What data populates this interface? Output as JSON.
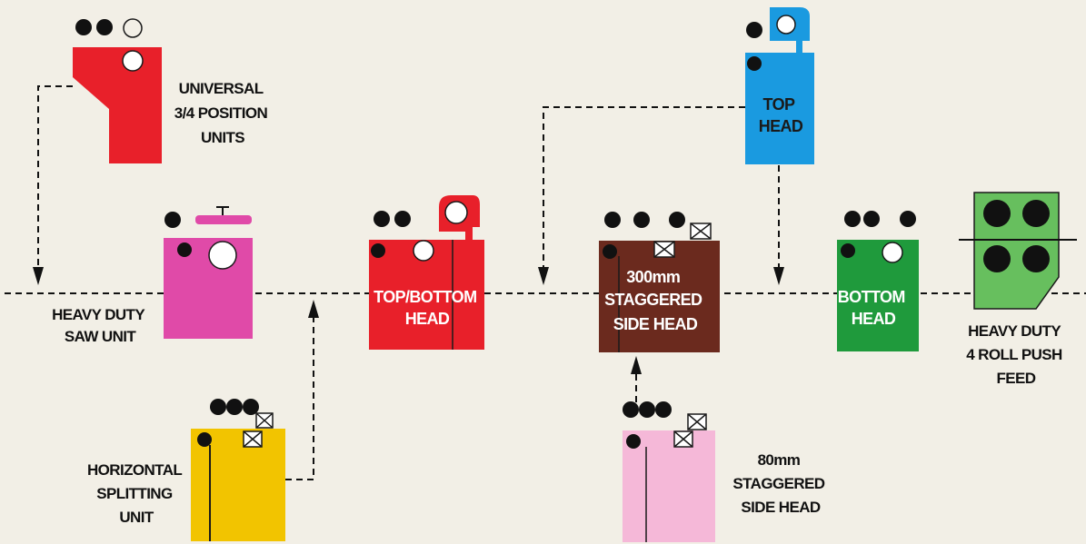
{
  "units": {
    "universal": {
      "label": [
        "UNIVERSAL",
        "3/4 POSITION",
        "UNITS"
      ],
      "color": "#e8202a"
    },
    "saw": {
      "label": [
        "HEAVY DUTY",
        "SAW UNIT"
      ],
      "color": "#e04aa8"
    },
    "horizontal": {
      "label": [
        "HORIZONTAL",
        "SPLITTING",
        "UNIT"
      ],
      "color": "#f2c400"
    },
    "top_bottom": {
      "label": [
        "TOP/BOTTOM",
        "HEAD"
      ],
      "color": "#e8202a"
    },
    "top": {
      "label": [
        "TOP",
        "HEAD"
      ],
      "color": "#1a9ae0"
    },
    "side300": {
      "label": [
        "300mm",
        "STAGGERED",
        "SIDE HEAD"
      ],
      "color": "#6b2a1e"
    },
    "side80": {
      "label": [
        "80mm",
        "STAGGERED",
        "SIDE HEAD"
      ],
      "color": "#f5b8d8"
    },
    "bottom": {
      "label": [
        "BOTTOM",
        "HEAD"
      ],
      "color": "#1f9a3c"
    },
    "feed": {
      "label": [
        "HEAVY DUTY",
        "4 ROLL PUSH",
        "FEED"
      ],
      "color": "#67bf5e"
    }
  }
}
